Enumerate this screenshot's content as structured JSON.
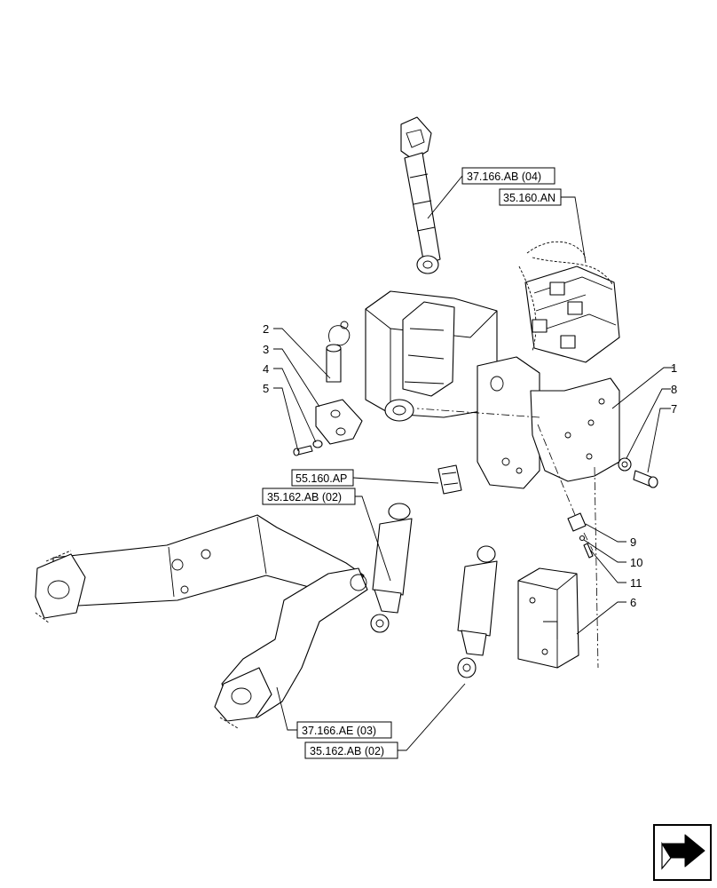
{
  "callouts": {
    "c1": "1",
    "c2": "2",
    "c3": "3",
    "c4": "4",
    "c5": "5",
    "c6": "6",
    "c7": "7",
    "c8": "8",
    "c9": "9",
    "c10": "10",
    "c11": "11"
  },
  "references": {
    "r_37_166_AB_04": "37.166.AB (04)",
    "r_35_160_AN": "35.160.AN",
    "r_55_160_AP": "55.160.AP",
    "r_35_162_AB_02_top": "35.162.AB (02)",
    "r_37_166_AE_03": "37.166.AE (03)",
    "r_35_162_AB_02_bottom": "35.162.AB (02)"
  },
  "icons": {
    "navigation": "next-page-arrow-icon"
  },
  "colors": {
    "line": "#000000",
    "background": "#ffffff"
  }
}
